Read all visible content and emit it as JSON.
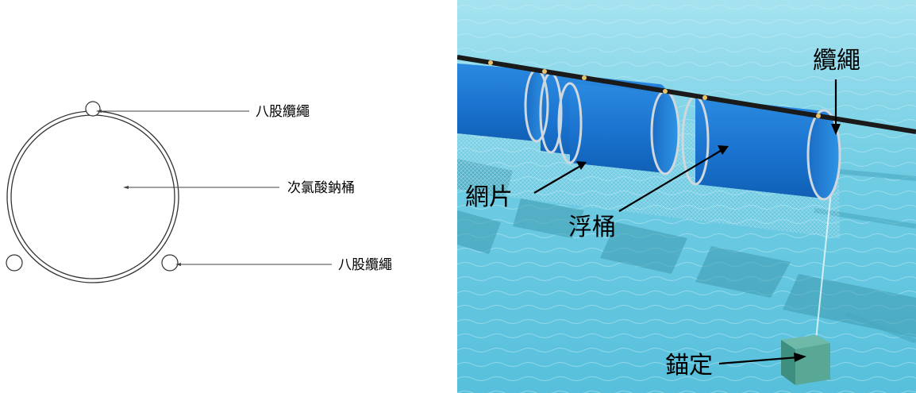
{
  "left_diagram": {
    "labels": {
      "top_rope": "八股纜繩",
      "barrel": "次氯酸鈉桶",
      "bottom_rope": "八股纜繩"
    }
  },
  "right_scene": {
    "labels": {
      "rope": "纜繩",
      "net": "網片",
      "float": "浮桶",
      "anchor": "錨定"
    },
    "colors": {
      "water_light": "#7fd3e8",
      "water_dark": "#2a8fb0",
      "barrel_blue": "#1f7fd8",
      "rope_dark": "#1a1a1a"
    }
  }
}
